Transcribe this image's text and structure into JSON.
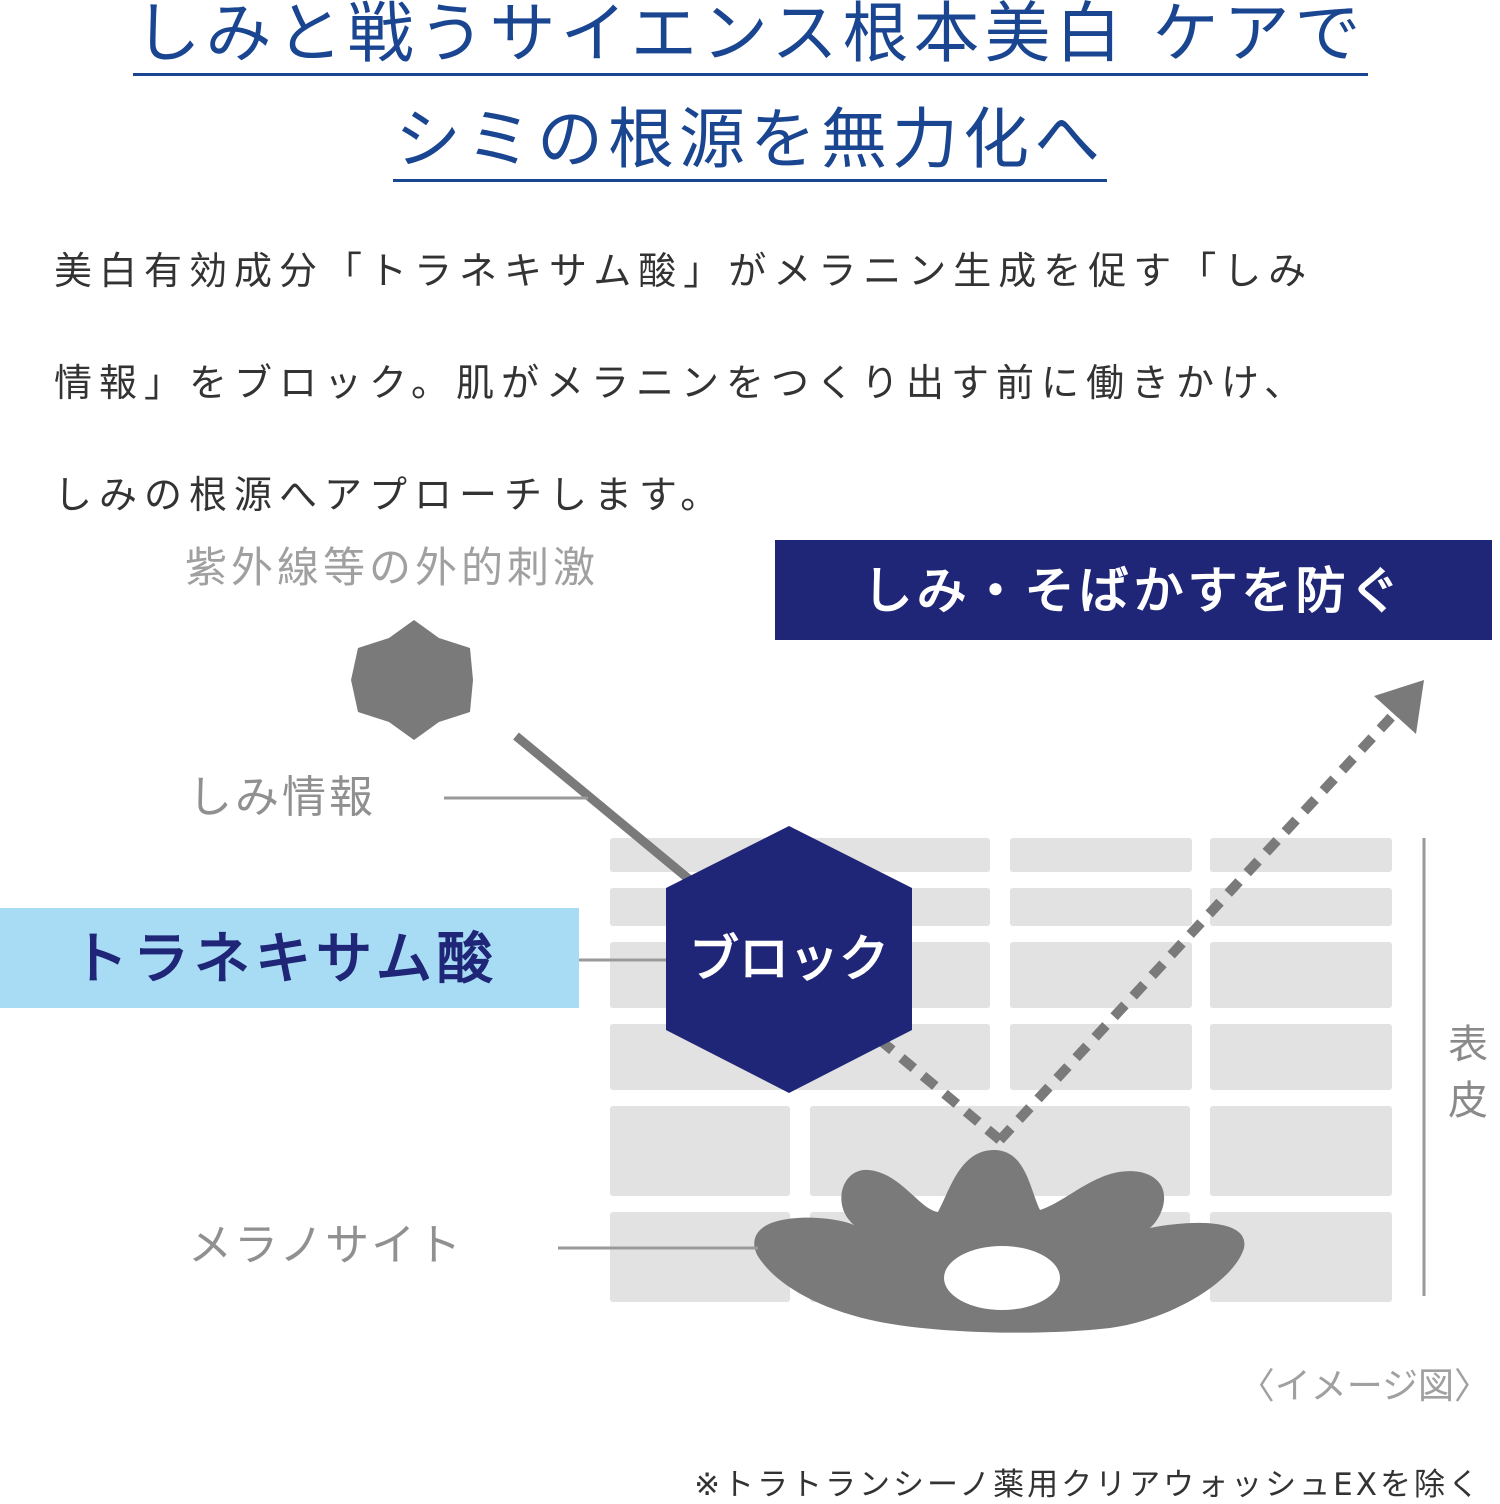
{
  "headline": {
    "line1": "しみと戦うサイエンス根本美白 ケアで",
    "line2": "シミの根源を無力化へ"
  },
  "body": {
    "line1": "美白有効成分「トラネキサム酸」がメラニン生成を促す「しみ",
    "line2": "情報」をブロック。肌がメラニンをつくり出す前に働きかけ、",
    "line3": "しみの根源へアプローチします。"
  },
  "diagram": {
    "uv_label": "紫外線等の外的刺激",
    "prevent_label": "しみ・そばかすを防ぐ",
    "spot_info_label": "しみ情報",
    "tranexamic_label": "トラネキサム酸",
    "block_label": "ブロック",
    "melanocyte_label": "メラノサイト",
    "epidermis_label_1": "表",
    "epidermis_label_2": "皮",
    "image_note": "〈イメージ図〉",
    "colors": {
      "navy": "#1f2677",
      "light_blue": "#a8dcf4",
      "gray": "#7a7a7a",
      "cell_gray": "#e2e2e2"
    }
  },
  "footnote": "※トラトランシーノ薬用クリアウォッシュEXを除く"
}
